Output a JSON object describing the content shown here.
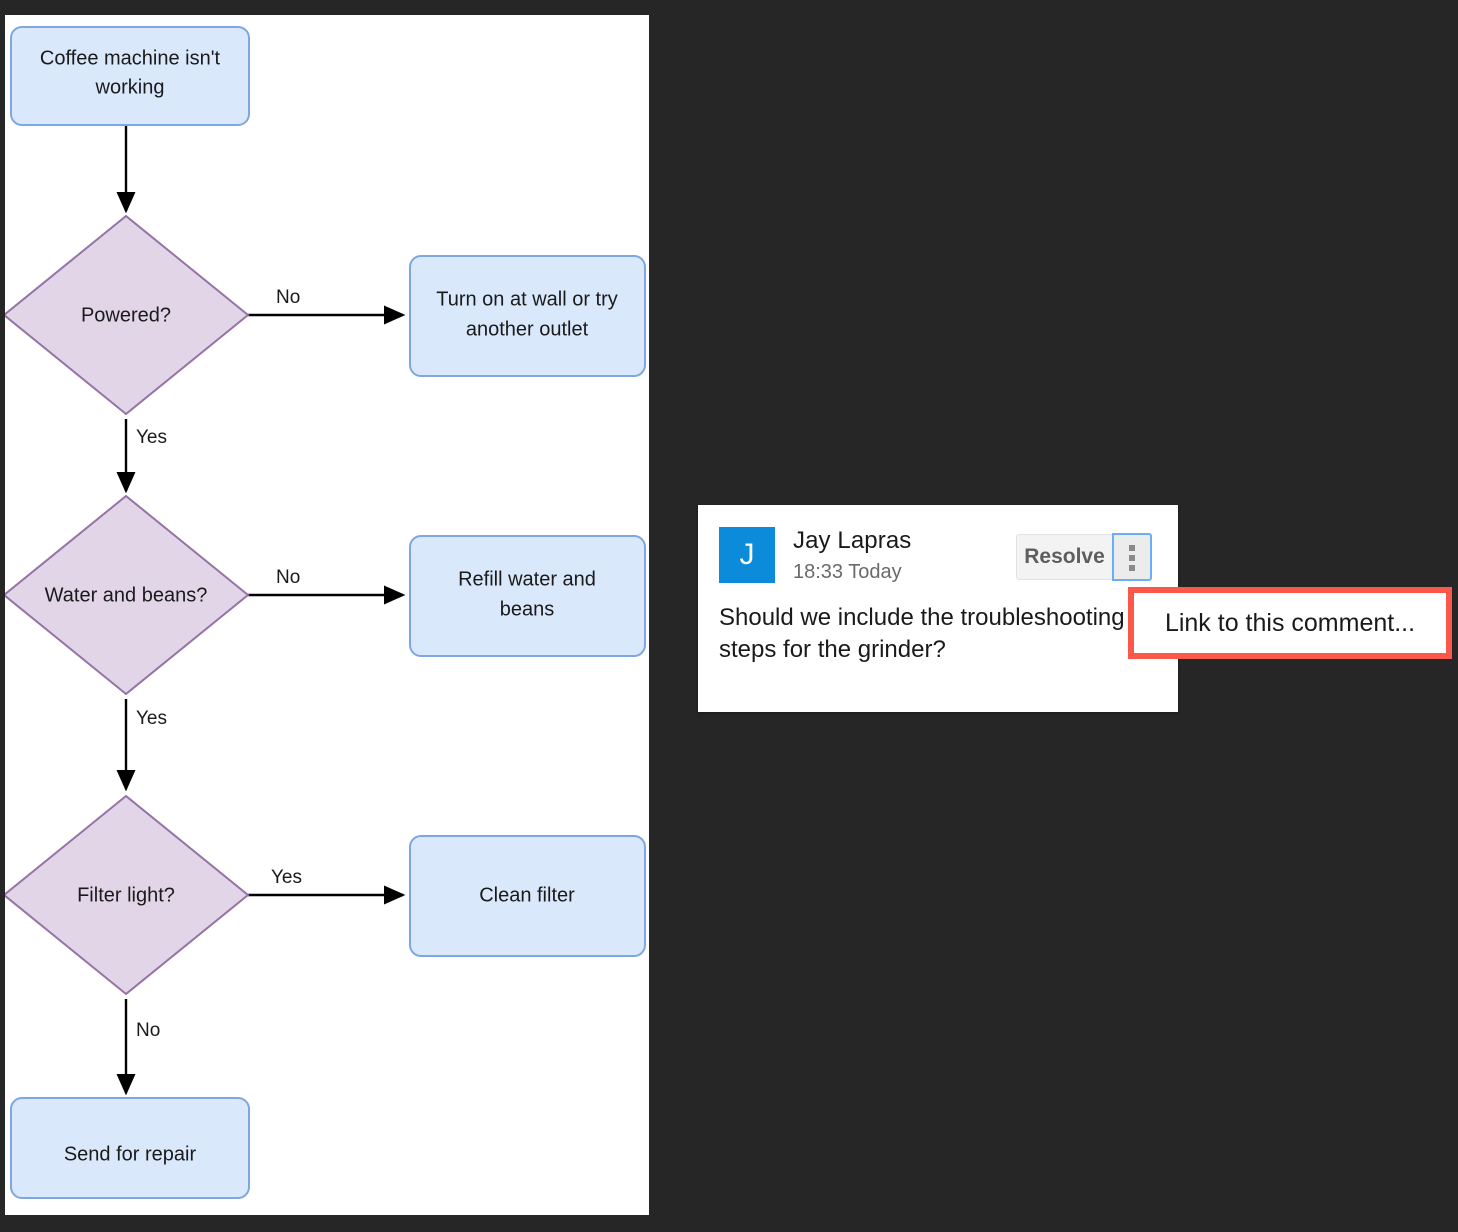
{
  "background_color": "#262626",
  "canvas": {
    "background_color": "#ffffff",
    "node_fill_process": "#dae8fc",
    "node_stroke_process": "#7ea6e0",
    "node_fill_decision": "#e1d5e7",
    "node_stroke_decision": "#9673a6",
    "nodes": {
      "start": "Coffee machine isn't working",
      "decision_powered": "Powered?",
      "action_power": "Turn on at wall or try another outlet",
      "decision_water": "Water and beans?",
      "action_refill": "Refill water and beans",
      "decision_filter": "Filter light?",
      "action_clean": "Clean filter",
      "action_repair": "Send for repair"
    },
    "edge_labels": {
      "powered_no": "No",
      "powered_yes": "Yes",
      "water_no": "No",
      "water_yes": "Yes",
      "filter_yes": "Yes",
      "filter_no": "No"
    }
  },
  "comment": {
    "avatar_initial": "J",
    "avatar_color": "#0B8BD9",
    "author": "Jay Lapras",
    "timestamp": "18:33 Today",
    "resolve_label": "Resolve",
    "body": "Should we include the troubleshooting steps for the grinder?"
  },
  "context_menu": {
    "highlight_color": "#f9584a",
    "items": [
      {
        "label": "Link to this comment..."
      }
    ]
  }
}
